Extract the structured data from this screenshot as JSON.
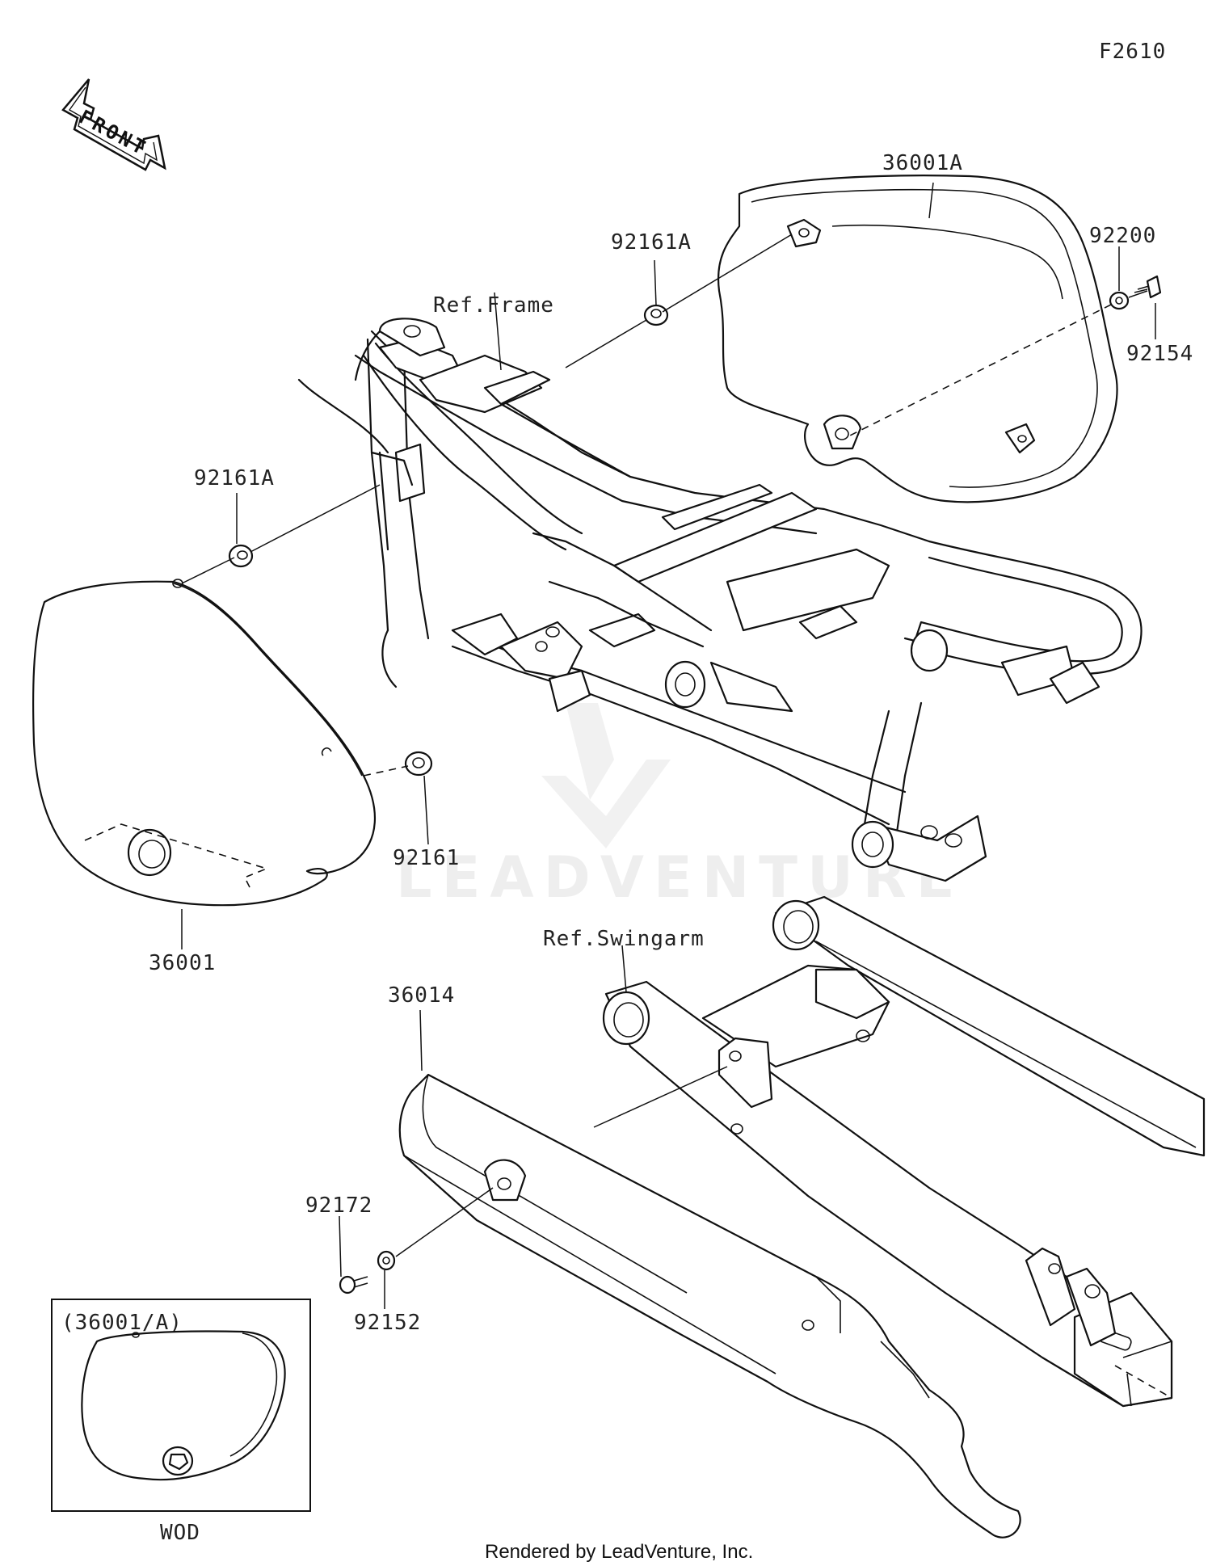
{
  "diagram_code": "F2610",
  "front_arrow_label": "FRONT",
  "watermark": "LEADVENTURE",
  "labels": {
    "cover_right": "36001A",
    "grommet_upper": "92161A",
    "frame_ref": "Ref.Frame",
    "washer": "92200",
    "screw_right": "92154",
    "grommet_left": "92161A",
    "grommet_lower": "92161",
    "cover_left": "36001",
    "swingarm_ref": "Ref.Swingarm",
    "chain_cover": "36014",
    "screw_chain": "92172",
    "collar_chain": "92152"
  },
  "inset": {
    "caption": "(36001/A)",
    "variant": "WOD"
  },
  "footer": "Rendered by LeadVenture, Inc."
}
